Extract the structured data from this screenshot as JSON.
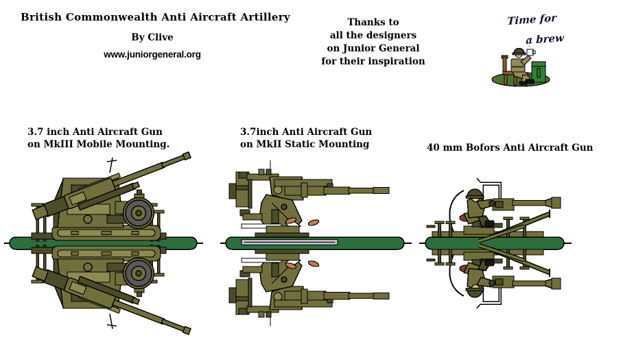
{
  "page": {
    "title": "British Commonwealth Anti Aircraft Artillery",
    "byline": "By Clive",
    "website": "www.juniorgeneral.org"
  },
  "thanks": {
    "lines": [
      "Thanks to",
      "all the designers",
      "on Junior General",
      "for their inspiration"
    ]
  },
  "vignette": {
    "caption_line1": "Time for",
    "caption_line2": "a brew",
    "description": "soldier-seated-with-mug-and-crate"
  },
  "guns": [
    {
      "id": "37-mkiii-mobile",
      "label_line1": "3.7 inch Anti Aircraft Gun",
      "label_line2": "on MkIII Mobile Mounting."
    },
    {
      "id": "37-mkii-static",
      "label_line1": "3.7inch Anti Aircraft Gun",
      "label_line2": "on MkII Static Mounting"
    },
    {
      "id": "40mm-bofors",
      "label_line1": "40 mm Bofors Anti Aircraft Gun",
      "label_line2": ""
    }
  ],
  "colors": {
    "olive": "#71703d",
    "olive-light": "#8d8b53",
    "olive-dark": "#4d4c2a",
    "green-bar": "#2d6e3d",
    "wheel-gray": "#5a585c",
    "rail-gray": "#b9b7be",
    "salmon": "#c07a58",
    "skin": "#e2bd8e",
    "seat-red": "#8e3a2a",
    "uniform-khaki": "#97895a",
    "chair-brown": "#8a5a28",
    "crate-green": "#2f8038",
    "grass-green": "#47742f",
    "ink": "#000000"
  }
}
